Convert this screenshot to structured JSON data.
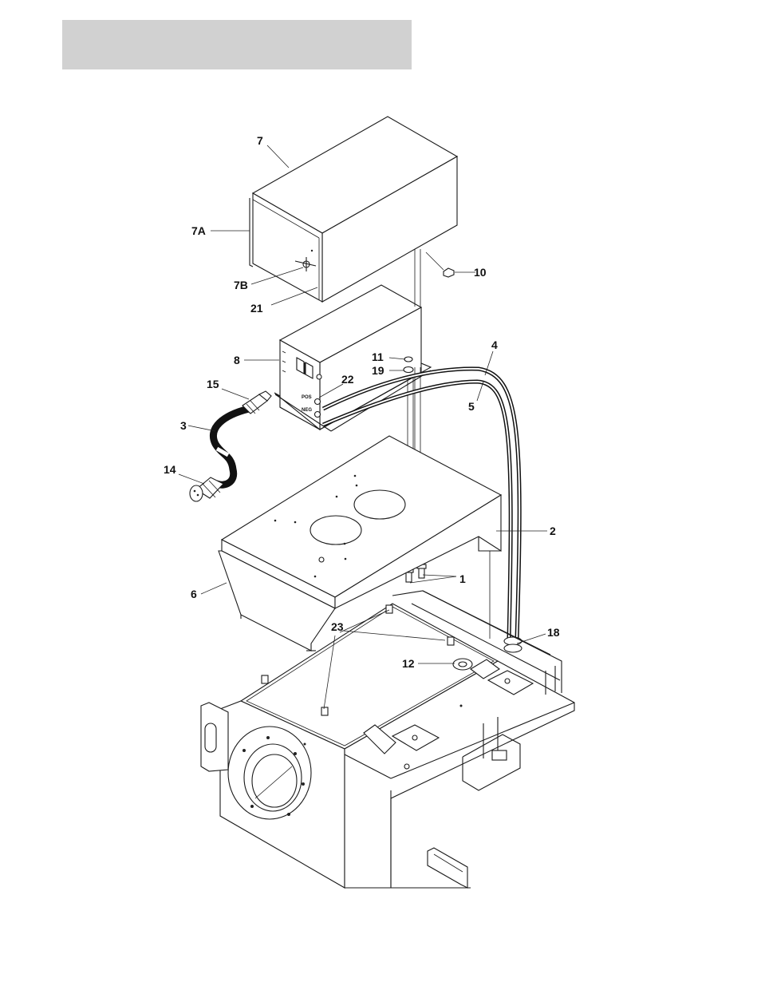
{
  "header": {
    "bar_color": "#d1d1d1"
  },
  "callouts": {
    "c1": "1",
    "c2": "2",
    "c3": "3",
    "c4": "4",
    "c5": "5",
    "c6": "6",
    "c7": "7",
    "c7a": "7A",
    "c7b": "7B",
    "c8": "8",
    "c10": "10",
    "c11": "11",
    "c12": "12",
    "c14": "14",
    "c15": "15",
    "c18": "18",
    "c19": "19",
    "c21": "21",
    "c22": "22",
    "c23": "23"
  },
  "panel_labels": {
    "pos": "POS",
    "neg": "NEG"
  }
}
